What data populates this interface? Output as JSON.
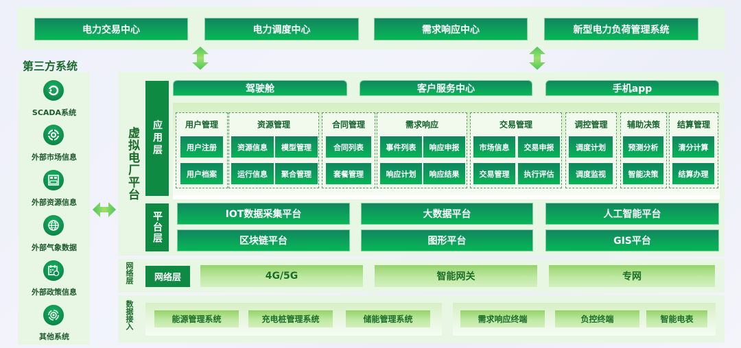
{
  "top_systems": [
    {
      "label": "电力交易中心"
    },
    {
      "label": "电力调度中心"
    },
    {
      "label": "需求响应中心"
    },
    {
      "label": "新型电力负荷管理系统"
    }
  ],
  "third_party": {
    "title": "第三方系统",
    "items": [
      {
        "label": "SCADA系统",
        "icon": "scada-icon"
      },
      {
        "label": "外部市场信息",
        "icon": "market-icon"
      },
      {
        "label": "外部资源信息",
        "icon": "resource-icon"
      },
      {
        "label": "外部气象数据",
        "icon": "globe-icon"
      },
      {
        "label": "外部政策信息",
        "icon": "calendar-icon"
      },
      {
        "label": "其他系统",
        "icon": "target-icon"
      }
    ]
  },
  "vpp": {
    "title": "虚拟电厂平台",
    "application_layer": {
      "label": "应用层",
      "portals": [
        {
          "label": "驾驶舱"
        },
        {
          "label": "客户服务中心"
        },
        {
          "label": "手机app"
        }
      ],
      "groups": [
        {
          "title": "用户管理",
          "items": [
            "用户注册",
            "用户档案"
          ]
        },
        {
          "title": "资源管理",
          "items": [
            "资源信息",
            "模型管理",
            "运行信息",
            "聚合管理"
          ]
        },
        {
          "title": "合同管理",
          "items": [
            "合同列表",
            "套餐管理"
          ]
        },
        {
          "title": "需求响应",
          "items": [
            "事件列表",
            "响应申报",
            "响应计划",
            "响应结果"
          ]
        },
        {
          "title": "交易管理",
          "items": [
            "市场信息",
            "交易申报",
            "交易管理",
            "执行评估"
          ]
        },
        {
          "title": "调控管理",
          "items": [
            "调度计划",
            "调度监视"
          ]
        },
        {
          "title": "辅助决策",
          "items": [
            "预测分析",
            "智能决策"
          ]
        },
        {
          "title": "结算管理",
          "items": [
            "清分计算",
            "结算办理"
          ]
        }
      ]
    },
    "platform_layer": {
      "label": "平台层",
      "items": [
        "IOT数据采集平台",
        "大数据平台",
        "人工智能平台",
        "区块链平台",
        "图形平台",
        "GIS平台"
      ]
    }
  },
  "network_layer": {
    "side_label": "网络层",
    "label": "网络层",
    "items": [
      "4G/5G",
      "智能网关",
      "专网"
    ]
  },
  "data_access": {
    "side_label": "数据接入",
    "left_items": [
      "能源管理系统",
      "充电桩管理系统",
      "储能管理系统"
    ],
    "right_items": [
      "需求响应终端",
      "负控终端",
      "智能电表"
    ]
  },
  "colors": {
    "primary_green": "#0f8a43",
    "gradient_top": "#128560",
    "gradient_bottom": "#06b656",
    "light_green": "#bfe8a3",
    "panel_bg": "#e8f6e4",
    "text_dark_green": "#14622e"
  }
}
